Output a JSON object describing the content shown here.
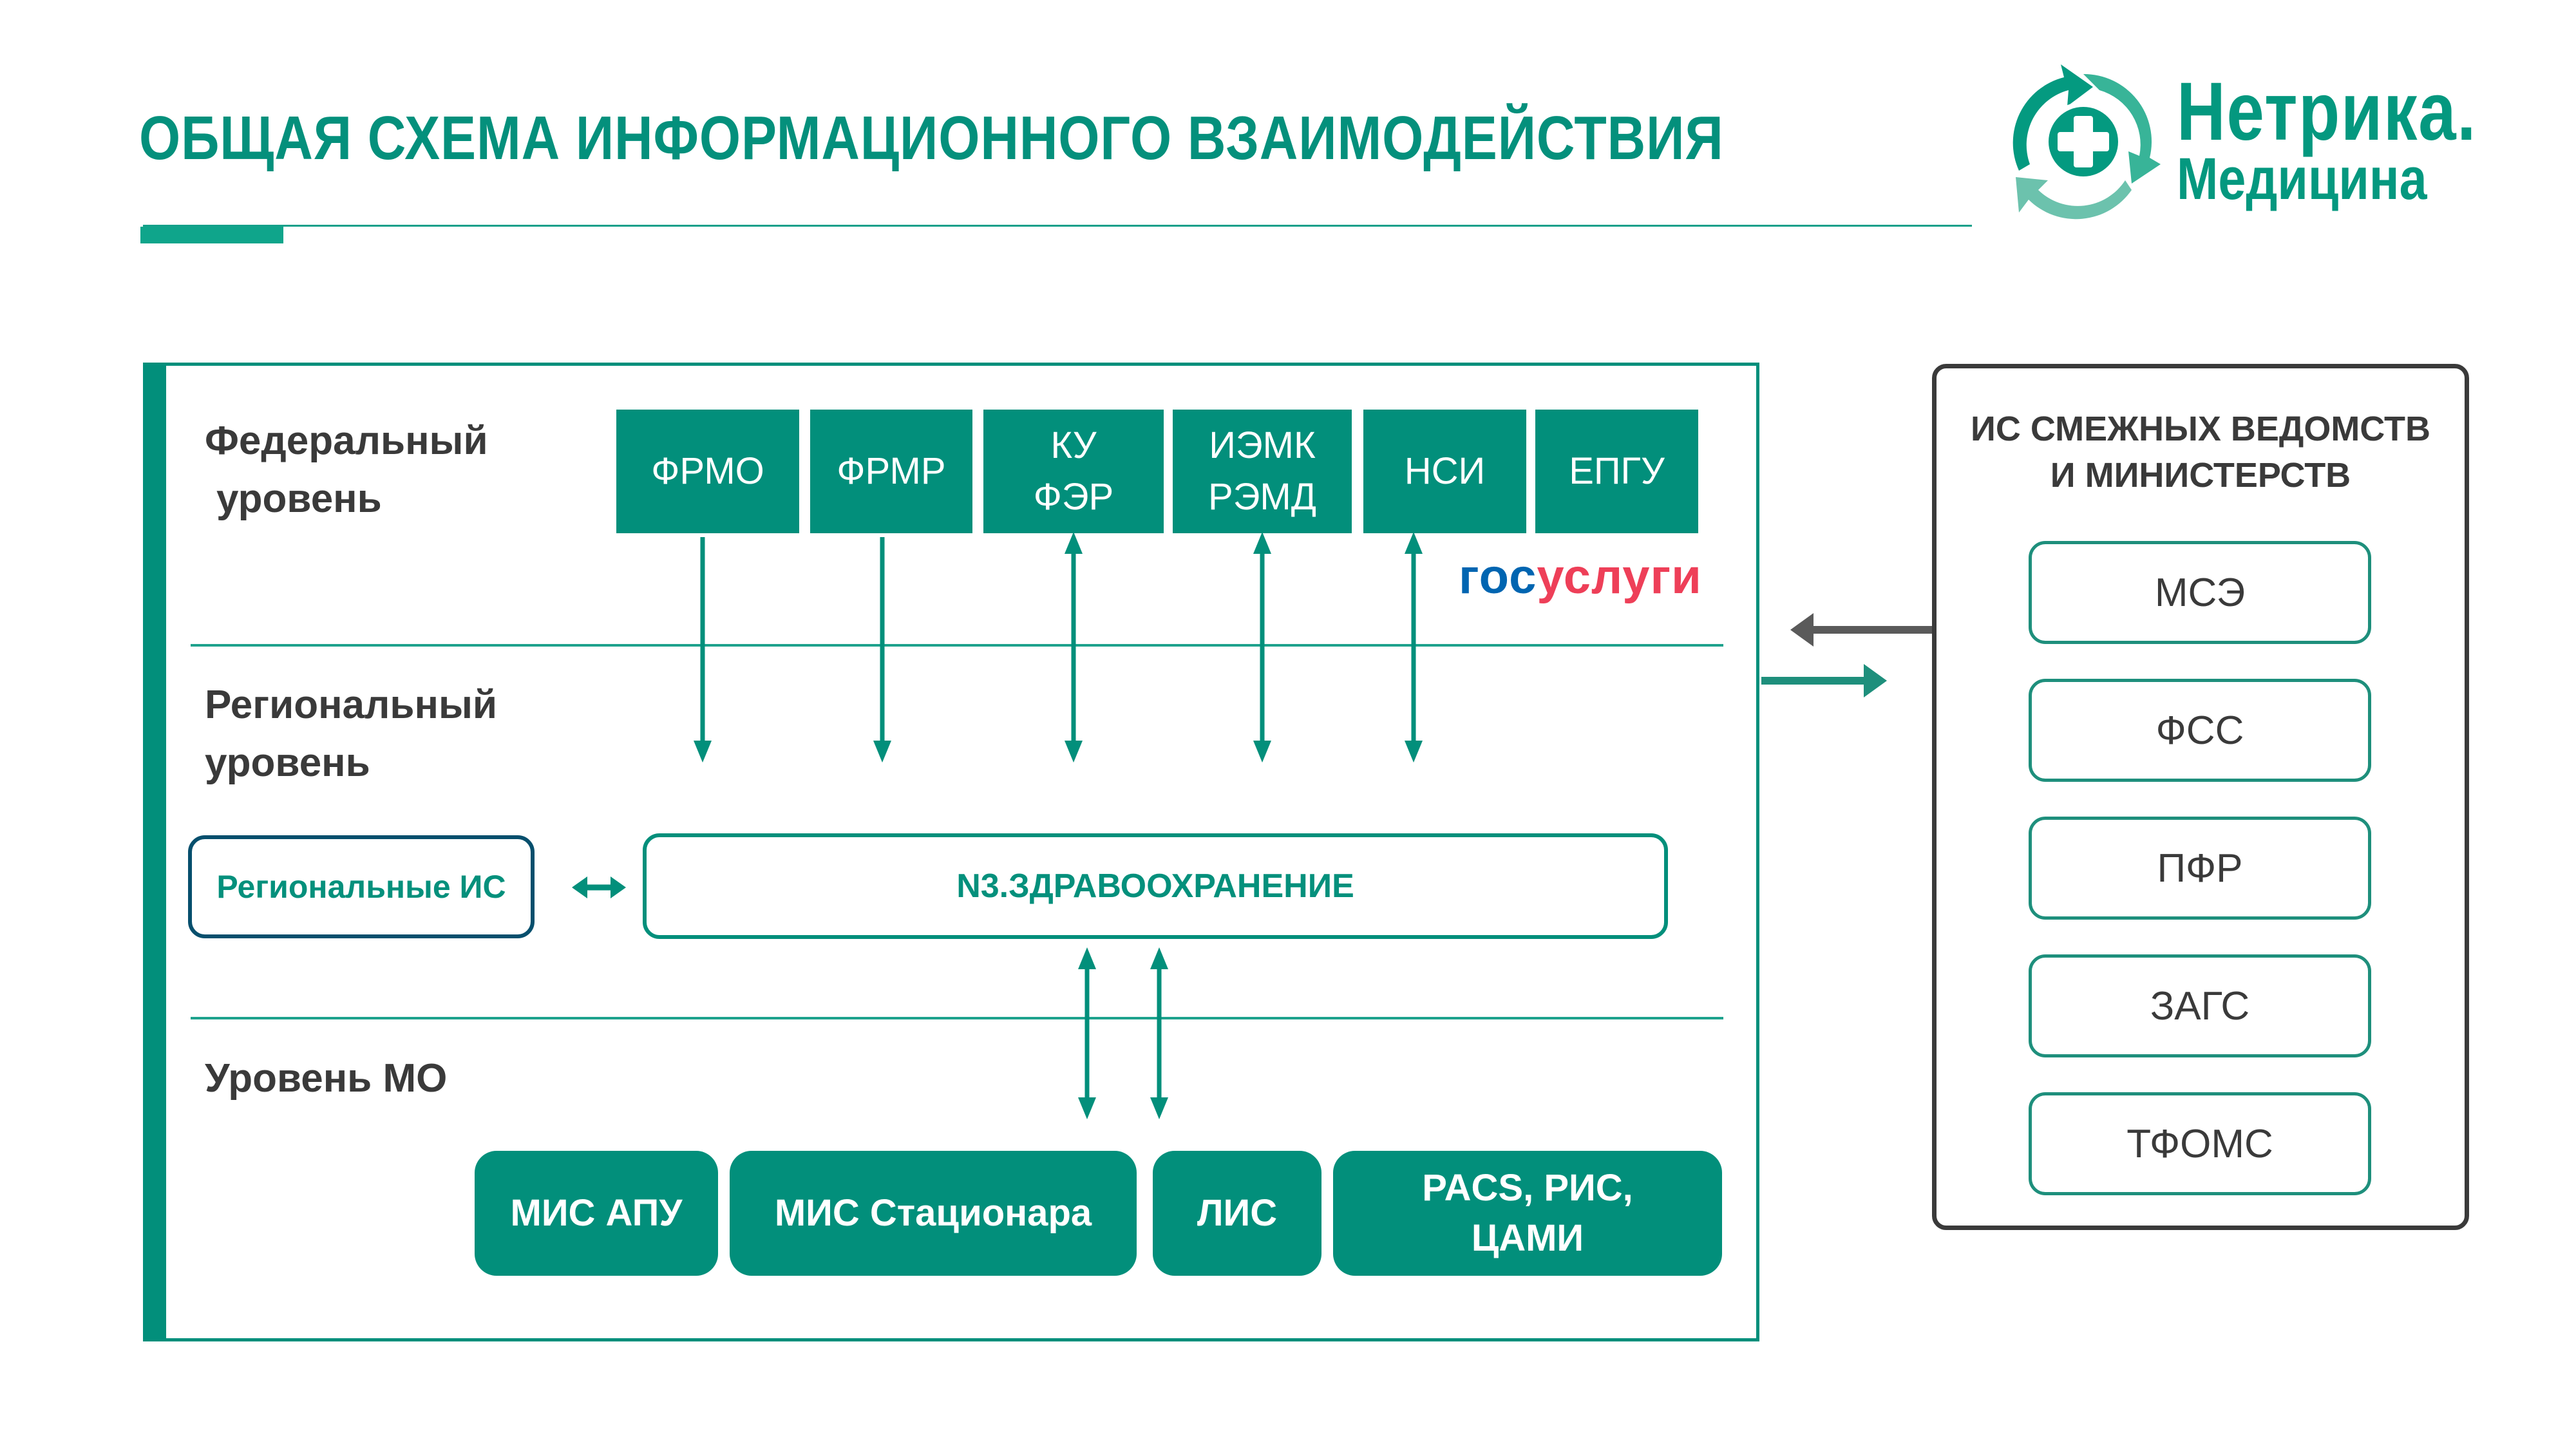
{
  "header": {
    "title": "ОБЩАЯ СХЕМА ИНФОРМАЦИОННОГО ВЗАИМОДЕЙСТВИЯ",
    "logo": {
      "icon": "recycle-medical-cross-icon",
      "line1": "Нетрика.",
      "line2": "Медицина",
      "colors": {
        "dark": "#049a80",
        "mid": "#38b498",
        "light": "#6cc2ad"
      }
    }
  },
  "colors": {
    "accent": "#028f7b",
    "text_dark": "#3a3a3a",
    "regional_is_border": "#064f6d",
    "external_arrow": "#5a5a5a",
    "gosuslugi_blue": "#0065b1",
    "gosuslugi_red": "#ee3f58"
  },
  "levels": {
    "federal": {
      "label_line1": "Федеральный",
      "label_line2": "уровень",
      "systems": [
        {
          "line1": "ФРМО",
          "line2": "",
          "arrow": "down"
        },
        {
          "line1": "ФРМР",
          "line2": "",
          "arrow": "down"
        },
        {
          "line1": "КУ",
          "line2": "ФЭР",
          "arrow": "both"
        },
        {
          "line1": "ИЭМК",
          "line2": "РЭМД",
          "arrow": "both"
        },
        {
          "line1": "НСИ",
          "line2": "",
          "arrow": "both"
        },
        {
          "line1": "ЕПГУ",
          "line2": "",
          "arrow": "none"
        }
      ],
      "gosuslugi": {
        "part1": "гос",
        "part2": "услуги"
      }
    },
    "regional": {
      "label_line1": "Региональный",
      "label_line2": "уровень",
      "regional_is": "Региональные ИС",
      "hub": "N3.ЗДРАВООХРАНЕНИЕ",
      "regional_is_arrow": "both"
    },
    "mo": {
      "label": "Уровень МО",
      "hub_arrows": [
        "both",
        "both"
      ],
      "systems": [
        {
          "line1": "МИС АПУ",
          "line2": ""
        },
        {
          "line1": "МИС Стационара",
          "line2": ""
        },
        {
          "line1": "ЛИС",
          "line2": ""
        },
        {
          "line1": "PACS, РИС,",
          "line2": "ЦАМИ"
        }
      ]
    }
  },
  "external": {
    "title_line1": "ИС СМЕЖНЫХ ВЕДОМСТВ",
    "title_line2": "И МИНИСТЕРСТВ",
    "items": [
      "МСЭ",
      "ФСС",
      "ПФР",
      "ЗАГС",
      "ТФОМС"
    ],
    "arrows": [
      {
        "direction": "to-main",
        "color": "#5a5a5a"
      },
      {
        "direction": "to-external",
        "color": "#1e8f7c"
      }
    ]
  }
}
